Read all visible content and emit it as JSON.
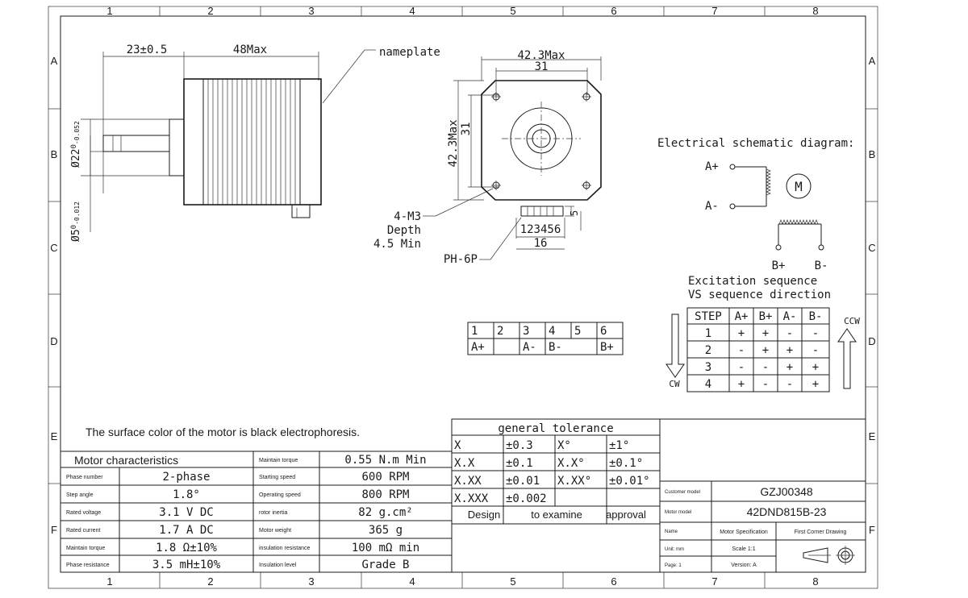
{
  "frame": {
    "columns": [
      "1",
      "2",
      "3",
      "4",
      "5",
      "6",
      "7",
      "8"
    ],
    "rows": [
      "A",
      "B",
      "C",
      "D",
      "E",
      "F"
    ]
  },
  "side_view": {
    "dim_shaft_len": "23±0.5",
    "dim_body_len": "48Max",
    "nameplate": "nameplate",
    "dia_boss": "Ø22",
    "dia_boss_tol_upper": "0",
    "dia_boss_tol_lower": "-0.052",
    "dia_shaft": "Ø5",
    "dia_shaft_tol_upper": "0",
    "dia_shaft_tol_lower": "-0.012"
  },
  "front_view": {
    "dim_width_max": "42.3Max",
    "dim_hole_spacing": "31",
    "dim_height_max": "42.3Max",
    "dim_hole_spacing_v": "31",
    "screw_note": [
      "4-M3",
      "Depth",
      "4.5 Min"
    ],
    "connector_label": "PH-6P",
    "pin_numbers": "123456",
    "connector_width": "16",
    "connector_height": "5"
  },
  "pin_table": {
    "pins": [
      "1",
      "2",
      "3",
      "4",
      "5",
      "6"
    ],
    "signals": [
      "A+",
      "",
      "A-",
      "B-",
      "",
      "B+"
    ]
  },
  "schematic": {
    "title": "Electrical schematic diagram:",
    "a_plus": "A+",
    "a_minus": "A-",
    "motor": "M",
    "b_plus": "B+",
    "b_minus": "B-"
  },
  "excitation": {
    "title_line1": "Excitation sequence",
    "title_line2": "VS sequence direction",
    "headers": [
      "STEP",
      "A+",
      "B+",
      "A-",
      "B-"
    ],
    "rows": [
      [
        "1",
        "+",
        "+",
        "-",
        "-"
      ],
      [
        "2",
        "-",
        "+",
        "+",
        "-"
      ],
      [
        "3",
        "-",
        "-",
        "+",
        "+"
      ],
      [
        "4",
        "+",
        "-",
        "-",
        "+"
      ]
    ],
    "cw": "CW",
    "ccw": "CCW"
  },
  "surface_note": "The surface color of the motor is black electrophoresis.",
  "characteristics": {
    "title": "Motor characteristics",
    "left": [
      {
        "label": "Phase number",
        "value": "2-phase"
      },
      {
        "label": "Step angle",
        "value": "1.8°"
      },
      {
        "label": "Rated voltage",
        "value": "3.1  V  DC"
      },
      {
        "label": "Rated current",
        "value": "1.7  A  DC"
      },
      {
        "label": "Maintain torque",
        "value": "1.8  Ω±10%"
      },
      {
        "label": "Phase resistance",
        "value": "3.5  mH±10%"
      }
    ],
    "right": [
      {
        "label": "Maintain torque",
        "value": "0.55  N.m  Min"
      },
      {
        "label": "Starting speed",
        "value": "600  RPM"
      },
      {
        "label": "Operating speed",
        "value": "800  RPM"
      },
      {
        "label": "rotor inertia",
        "value": "82  g.cm²"
      },
      {
        "label": "Motor weight",
        "value": "365  g"
      },
      {
        "label": "insulation resistance",
        "value": "100  mΩ  min"
      },
      {
        "label": "Insulation level",
        "value": "Grade B"
      }
    ]
  },
  "tolerance": {
    "title": "general tolerance",
    "rows": [
      [
        "X",
        "±0.3",
        "X°",
        "±1°"
      ],
      [
        "X.X",
        "±0.1",
        "X.X°",
        "±0.1°"
      ],
      [
        "X.XX",
        "±0.01",
        "X.XX°",
        "±0.01°"
      ],
      [
        "X.XXX",
        "±0.002",
        "",
        ""
      ]
    ],
    "footer": [
      "Design",
      "to examine",
      "approval"
    ]
  },
  "title_block": {
    "customer_model_label": "Customer model",
    "customer_model": "GZJ00348",
    "motor_model_label": "Motor model",
    "motor_model": "42DND815B-23",
    "name_label": "Name",
    "name_value": "Motor Specification",
    "projection": "First Corner Drawing",
    "unit": "Unit: mm",
    "scale": "Scale 1:1",
    "page": "Page: 1",
    "version": "Version: A"
  }
}
